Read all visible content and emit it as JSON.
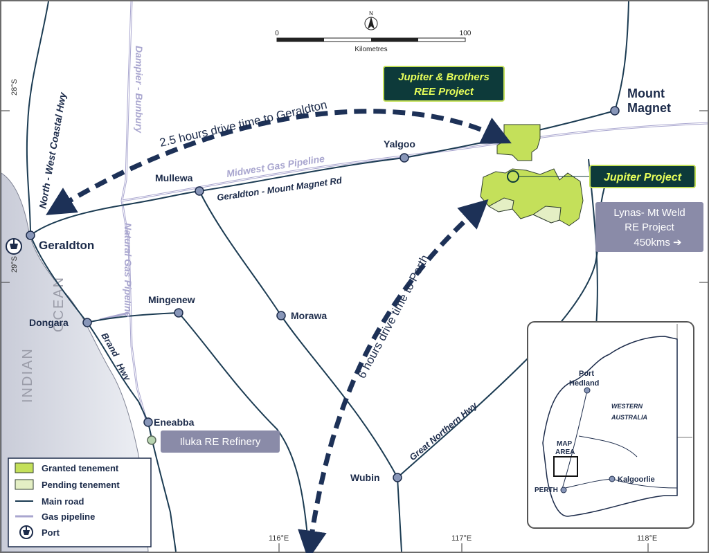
{
  "scale": {
    "zero": "0",
    "hundred": "100",
    "unit": "Kilometres",
    "north": "N"
  },
  "towns": {
    "geraldton": "Geraldton",
    "mullewa": "Mullewa",
    "yalgoo": "Yalgoo",
    "mount": "Mount",
    "magnet": "Magnet",
    "dongara": "Dongara",
    "mingenew": "Mingenew",
    "morawa": "Morawa",
    "eneabba": "Eneabba",
    "wubin": "Wubin"
  },
  "roads": {
    "north_west_coastal": "North - West Coastal Hwy",
    "geraldton_mount_magnet": "Geraldton - Mount Magnet Rd",
    "brand_hwy_1": "Brand",
    "brand_hwy_2": "Hwy",
    "great_northern": "Great Northern Hwy"
  },
  "pipelines": {
    "dampier_bunbury": "Dampier - Bunbury",
    "natural_gas": "Natural Gas Pipeline",
    "midwest": "Midwest Gas Pipeline"
  },
  "drive_times": {
    "to_geraldton": "2.5 hours drive time to Geraldton",
    "to_perth": "6 hours drive time to Perth"
  },
  "callouts": {
    "jupiter_brothers_1": "Jupiter & Brothers",
    "jupiter_brothers_2": "REE Project",
    "jupiter_project": "Jupiter Project",
    "lynas_1": "Lynas- Mt Weld",
    "lynas_2": "RE Project",
    "lynas_3": "450kms ➔",
    "iluka": "Iluka RE Refinery"
  },
  "ocean": {
    "indian": "INDIAN",
    "ocean": "OCEAN"
  },
  "graticule": {
    "lat28": "28°S",
    "lat29": "29°S",
    "lon116": "116°E",
    "lon117": "117°E",
    "lon118": "118°E"
  },
  "legend": {
    "granted": "Granted tenement",
    "pending": "Pending tenement",
    "road": "Main road",
    "pipeline": "Gas pipeline",
    "port": "Port"
  },
  "inset": {
    "port_hedland_1": "Port",
    "port_hedland_2": "Hedland",
    "wa_1": "WESTERN",
    "wa_2": "AUSTRALIA",
    "map_area_1": "MAP",
    "map_area_2": "AREA",
    "perth": "PERTH",
    "kalgoorlie": "Kalgoorlie"
  },
  "colors": {
    "granted": "#c4e05a",
    "pending": "#e4efc4",
    "road": "#1b3b52",
    "pipeline": "#a9a6cf",
    "callout_dark": "#0d3a3a",
    "callout_text": "#e8ff5a",
    "callout_grey": "#8a8ba8",
    "arrow": "#1d3157"
  }
}
